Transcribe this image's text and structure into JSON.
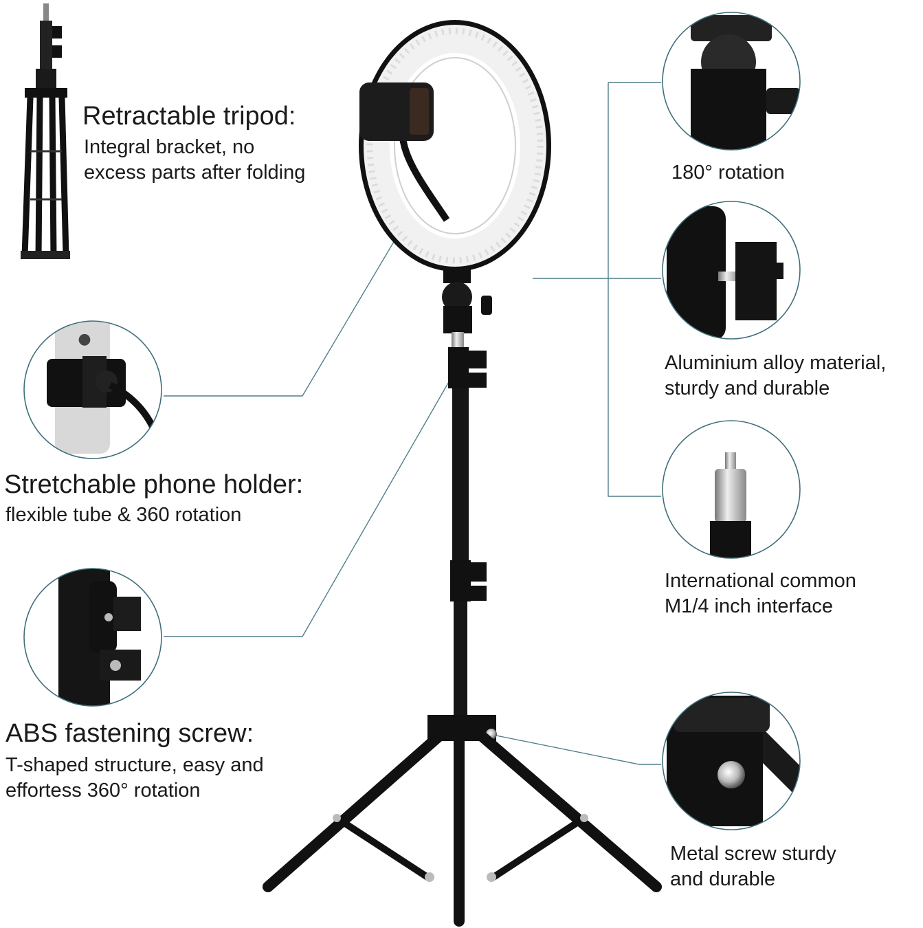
{
  "features": {
    "tripod": {
      "title": "Retractable tripod:",
      "line1": "Integral bracket, no",
      "line2": "excess parts after folding"
    },
    "phone_holder": {
      "title": "Stretchable phone holder:",
      "line1": "flexible tube & 360 rotation"
    },
    "fastening_screw": {
      "title": "ABS fastening screw:",
      "line1": "T-shaped structure, easy and",
      "line2": "effortess 360° rotation"
    },
    "rotation": {
      "line1": "180° rotation"
    },
    "material": {
      "line1": "Aluminium alloy material,",
      "line2": "sturdy and durable"
    },
    "interface": {
      "line1": "International common",
      "line2": "M1/4 inch interface"
    },
    "metal_screw": {
      "line1": "Metal screw sturdy",
      "line2": "and durable"
    }
  },
  "colors": {
    "leader_line": "#4f7f8a",
    "circle_outline": "#3f6f7a",
    "stand": "#111111",
    "ring_glow": "#f1f1f1"
  }
}
